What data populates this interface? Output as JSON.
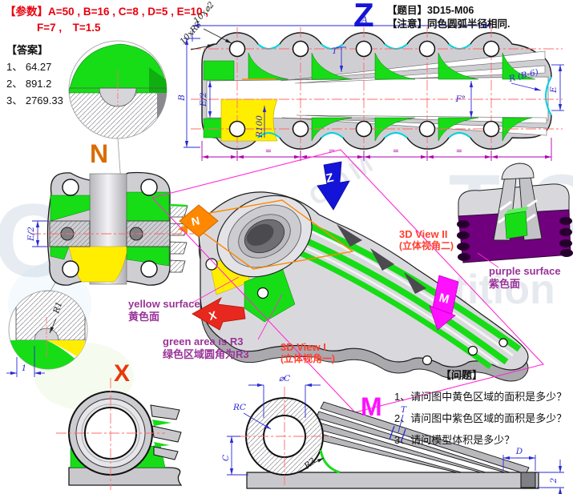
{
  "params": {
    "label": "【参数】",
    "line1": "A=50 , B=16 , C=8 , D=5 , E=10 ,",
    "line2": "F=7 ,　T=1.5"
  },
  "answers": {
    "label": "【答案】",
    "items": [
      "1、 64.27",
      "2、 891.2",
      "3、 2769.33"
    ]
  },
  "header": {
    "title": "【题目】3D15-M06",
    "note": "【注意】同色圆弧半径相同."
  },
  "view_labels": {
    "z": "Z",
    "n": "N",
    "x": "X",
    "m": "M"
  },
  "view_titles": {
    "v1": "3D View I",
    "v1_sub": "(立体视角一)",
    "v2": "3D View II",
    "v2_sub": "(立体视角二)"
  },
  "annotations": {
    "yellow_en": "yellow surface",
    "yellow_zh": "黄色面",
    "green_en": "green area is R3",
    "green_zh": "绿色区域圆角为R3",
    "purple_en": "purple surface",
    "purple_zh": "紫色面"
  },
  "dims": {
    "z": {
      "a": "A",
      "b": "B",
      "e2": "E/2",
      "r100": "R100",
      "t": "T",
      "f_deg": "F°",
      "r_b6": "R (B-6)",
      "e": "E",
      "holes": "10x⌀2",
      "fillets": "10xR3",
      "eq": "="
    },
    "n": {
      "e2": "E/2",
      "r1": "R1",
      "one": "1"
    },
    "m": {
      "dia_c": "⌀C",
      "rc": "RC",
      "c": "C",
      "r3": "R3",
      "d": "D",
      "t": "T",
      "two": "2"
    }
  },
  "questions": {
    "label": "【问题】",
    "items": [
      "1、请问图中黄色区域的面积是多少？",
      "2、请问图中紫色区域的面积是多少？",
      "3、请问模型体积是多少？"
    ]
  },
  "watermark": {
    "c": "C",
    "tic": "TIC",
    "word": "petition",
    "cn": "3D竞赛.COM"
  },
  "colors": {
    "param_red": "#e8000d",
    "dim_blue": "#2a2ad4",
    "spacing_magenta": "#b000b0",
    "green": "#17dd17",
    "yellow": "#ffee00",
    "purple_face": "#70007d",
    "plane_magenta": "#ff2ad4",
    "orange": "#ff8800",
    "cyan_arc": "#00d2e2",
    "label_z_blue": "#1414d8",
    "label_n_orange": "#d96c00",
    "label_x_red": "#e8380f",
    "label_m_magenta": "#ff10ff",
    "annot_purple": "#993399",
    "view_title_red": "#ff4030",
    "part_gray": "#cfcfd3"
  }
}
